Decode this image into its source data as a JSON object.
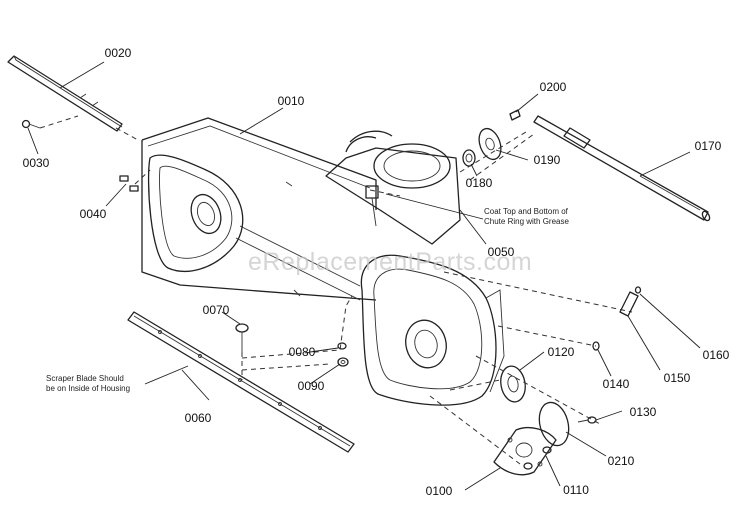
{
  "watermark": "eReplacementParts.com",
  "notes": {
    "grease": "Coat Top and Bottom of\nChute Ring with Grease",
    "scraper": "Scraper Blade Should\nbe on Inside of Housing"
  },
  "parts": {
    "p0010": "0010",
    "p0020": "0020",
    "p0030": "0030",
    "p0040": "0040",
    "p0050": "0050",
    "p0060": "0060",
    "p0070": "0070",
    "p0080": "0080",
    "p0090": "0090",
    "p0100": "0100",
    "p0110": "0110",
    "p0120": "0120",
    "p0130": "0130",
    "p0140": "0140",
    "p0150": "0150",
    "p0160": "0160",
    "p0170": "0170",
    "p0180": "0180",
    "p0190": "0190",
    "p0200": "0200",
    "p0210": "0210"
  }
}
